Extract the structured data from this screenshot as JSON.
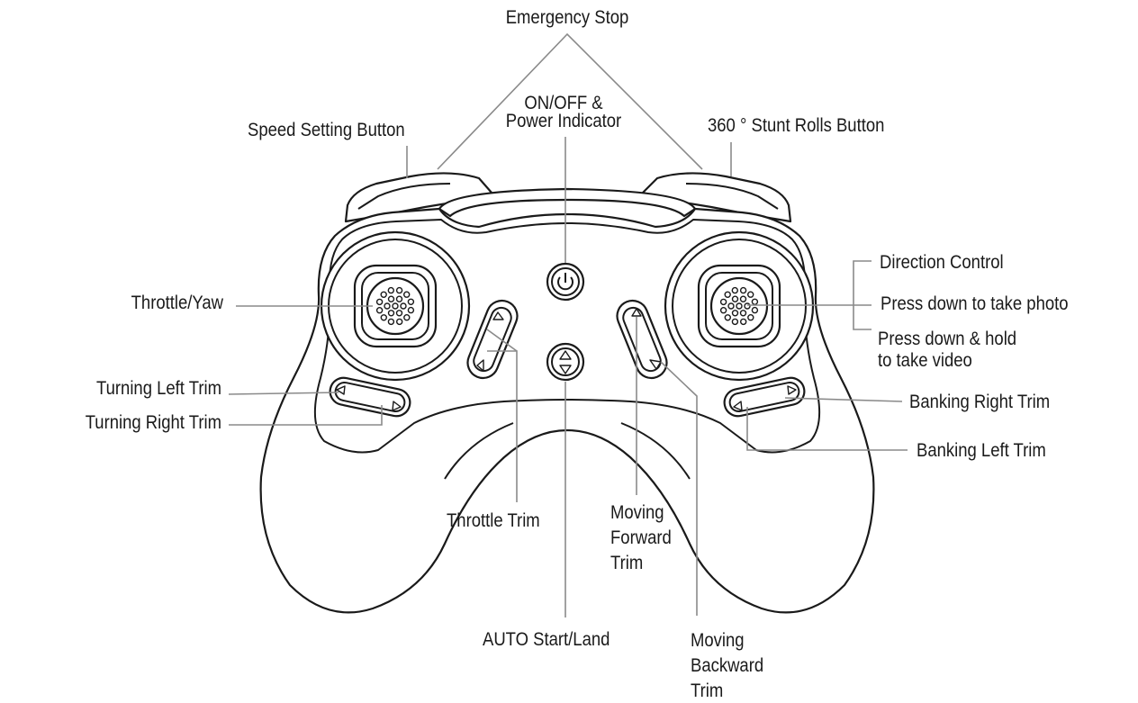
{
  "labels": {
    "emergency_stop": "Emergency Stop",
    "on_off_line1": "ON/OFF &",
    "on_off_line2": "Power Indicator",
    "speed_setting": "Speed Setting Button",
    "stunt_rolls": "360 ° Stunt Rolls Button",
    "throttle_yaw": "Throttle/Yaw",
    "direction_control": "Direction Control",
    "press_photo": "Press down to take photo",
    "press_video_line1": "Press down & hold",
    "press_video_line2": "to take video",
    "turning_left_trim": "Turning Left Trim",
    "turning_right_trim": "Turning Right Trim",
    "banking_right_trim": "Banking Right Trim",
    "banking_left_trim": "Banking Left Trim",
    "throttle_trim": "Throttle Trim",
    "moving_forward_trim": "Moving\nForward\nTrim",
    "auto_start_land": "AUTO Start/Land",
    "moving_backward_trim": "Moving\nBackward\nTrim"
  }
}
